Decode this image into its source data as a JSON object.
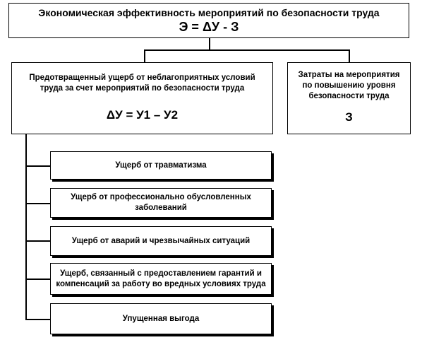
{
  "root": {
    "title": "Экономическая эффективность мероприятий по безопасности труда",
    "formula": "Э = ΔУ - З"
  },
  "prevented": {
    "text": "Предотвращенный ущерб от неблагоприятных условий труда за счет мероприятий по безопасности труда",
    "formula": "ΔУ = У1 – У2"
  },
  "costs": {
    "text": "Затраты на мероприятия по повышению уровня безопасности труда",
    "symbol": "З"
  },
  "components": [
    "Ущерб от травматизма",
    "Ущерб от профессионально обусловленных заболеваний",
    "Ущерб от аварий и чрезвычайных ситуаций",
    "Ущерб, связанный с предоставлением гарантий и компенсаций за работу во вредных условиях труда",
    "Упущенная выгода"
  ]
}
